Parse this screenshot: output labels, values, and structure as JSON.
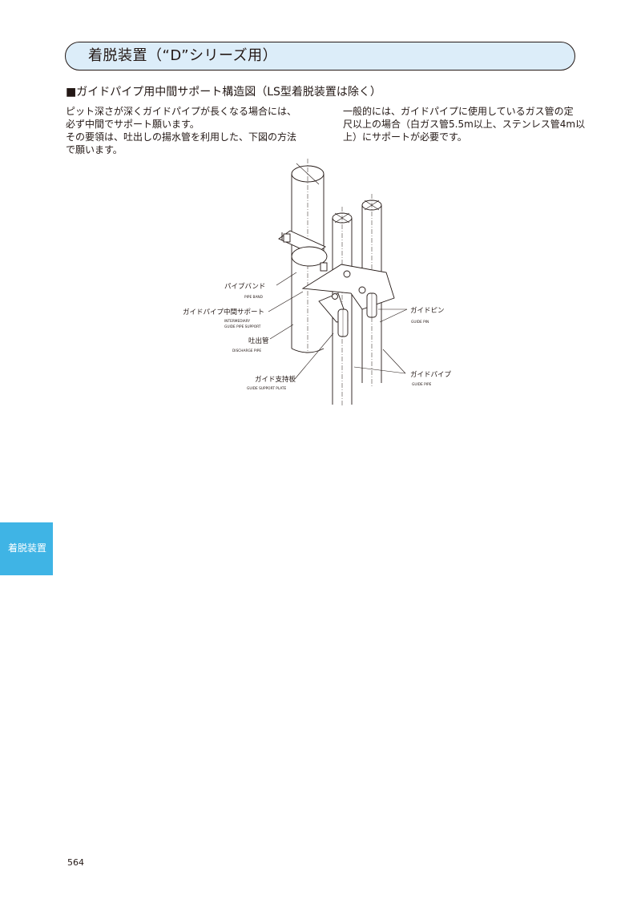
{
  "header": {
    "title": "着脱装置（“D”シリーズ用）"
  },
  "section": {
    "heading": "■ガイドパイプ用中間サポート構造図（LS型着脱装置は除く）",
    "left_lines": [
      "ピット深さが深くガイドパイプが長くなる場合には、",
      "必ず中間でサポート願います。",
      "その要領は、吐出しの揚水管を利用した、下図の方法",
      "で願います。"
    ],
    "right_lines": [
      "一般的には、ガイドパイプに使用しているガス管の定",
      "尺以上の場合（白ガス管5.5m以上、ステンレス管4m以",
      "上）にサポートが必要です。"
    ]
  },
  "diagram": {
    "labels": {
      "pipe_band_jp": "パイプバンド",
      "pipe_band_en": "PIPE BAND",
      "support_jp": "ガイドパイプ中間サポート",
      "support_en_1": "INTERMEDIARY",
      "support_en_2": "GUIDE PIPE SUPPORT",
      "discharge_jp": "吐出管",
      "discharge_en": "DISCHARGE PIPE",
      "plate_jp": "ガイド支持板",
      "plate_en": "GUIDE SUPPORT PLATE",
      "guide_pin_jp": "ガイドピン",
      "guide_pin_en": "GUIDE PIN",
      "guide_pipe_jp": "ガイドパイプ",
      "guide_pipe_en": "GUIDE PIPE"
    }
  },
  "side_tab": {
    "label": "着脱装置"
  },
  "footer": {
    "page_number": "564"
  }
}
